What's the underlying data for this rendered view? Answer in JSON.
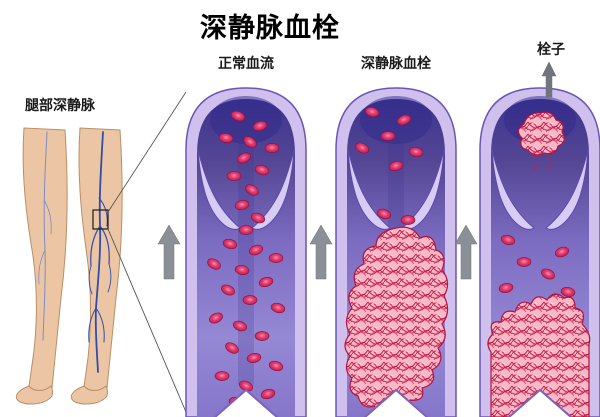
{
  "title": "深静脉血栓",
  "labels": {
    "leg_vein": "腿部深静脉",
    "normal_flow": "正常血流",
    "dvt": "深静脉血栓",
    "embolus": "栓子"
  },
  "colors": {
    "wall": "#cfc0ee",
    "wall_outline": "#6b56b4",
    "lumen_top": "#3d338f",
    "lumen_bottom": "#8f81cf",
    "blood_cell": "#d92e62",
    "clot_base": "#f7b9c7",
    "clot_fiber": "#cc2250",
    "flow_arrow": "#8b9097",
    "skin": "#ecc6a4",
    "vein_blue": "#2f4da8",
    "background": "#ffffff"
  }
}
